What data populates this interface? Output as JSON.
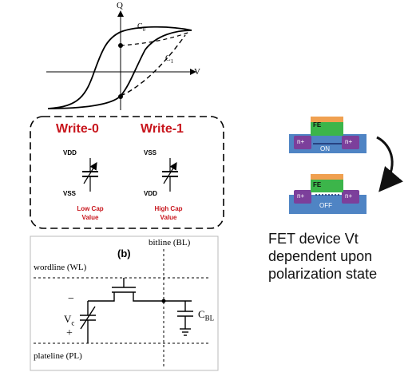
{
  "hysteresis": {
    "q_label": "Q",
    "v_label": "V",
    "c0_label": "C",
    "c0_sub": "0",
    "c1_label": "C",
    "c1_sub": "1"
  },
  "write_box": {
    "write0": {
      "title": "Write-0",
      "top_label": "VDD",
      "bottom_label": "VSS",
      "value_line1": "Low Cap",
      "value_line2": "Value"
    },
    "write1": {
      "title": "Write-1",
      "top_label": "VSS",
      "bottom_label": "VDD",
      "value_line1": "High Cap",
      "value_line2": "Value"
    }
  },
  "circuit": {
    "panel_label": "(b)",
    "bitline": "bitline (BL)",
    "wordline": "wordline (WL)",
    "plateline": "plateline (PL)",
    "minus": "−",
    "plus": "+",
    "vc_label": "V",
    "vc_sub": "c",
    "cbl_label": "C",
    "cbl_sub": "BL"
  },
  "fet": {
    "fe_label": "FE",
    "source": "n+",
    "drain": "n+",
    "on_label": "ON",
    "off_label": "OFF",
    "colors": {
      "substrate": "#4f84c4",
      "gate_top": "#f0a050",
      "fe_layer": "#3cb54a",
      "implant": "#7c3f9b"
    }
  },
  "caption": {
    "line1": "FET device Vt",
    "line2": "dependent upon",
    "line3": "polarization state"
  }
}
